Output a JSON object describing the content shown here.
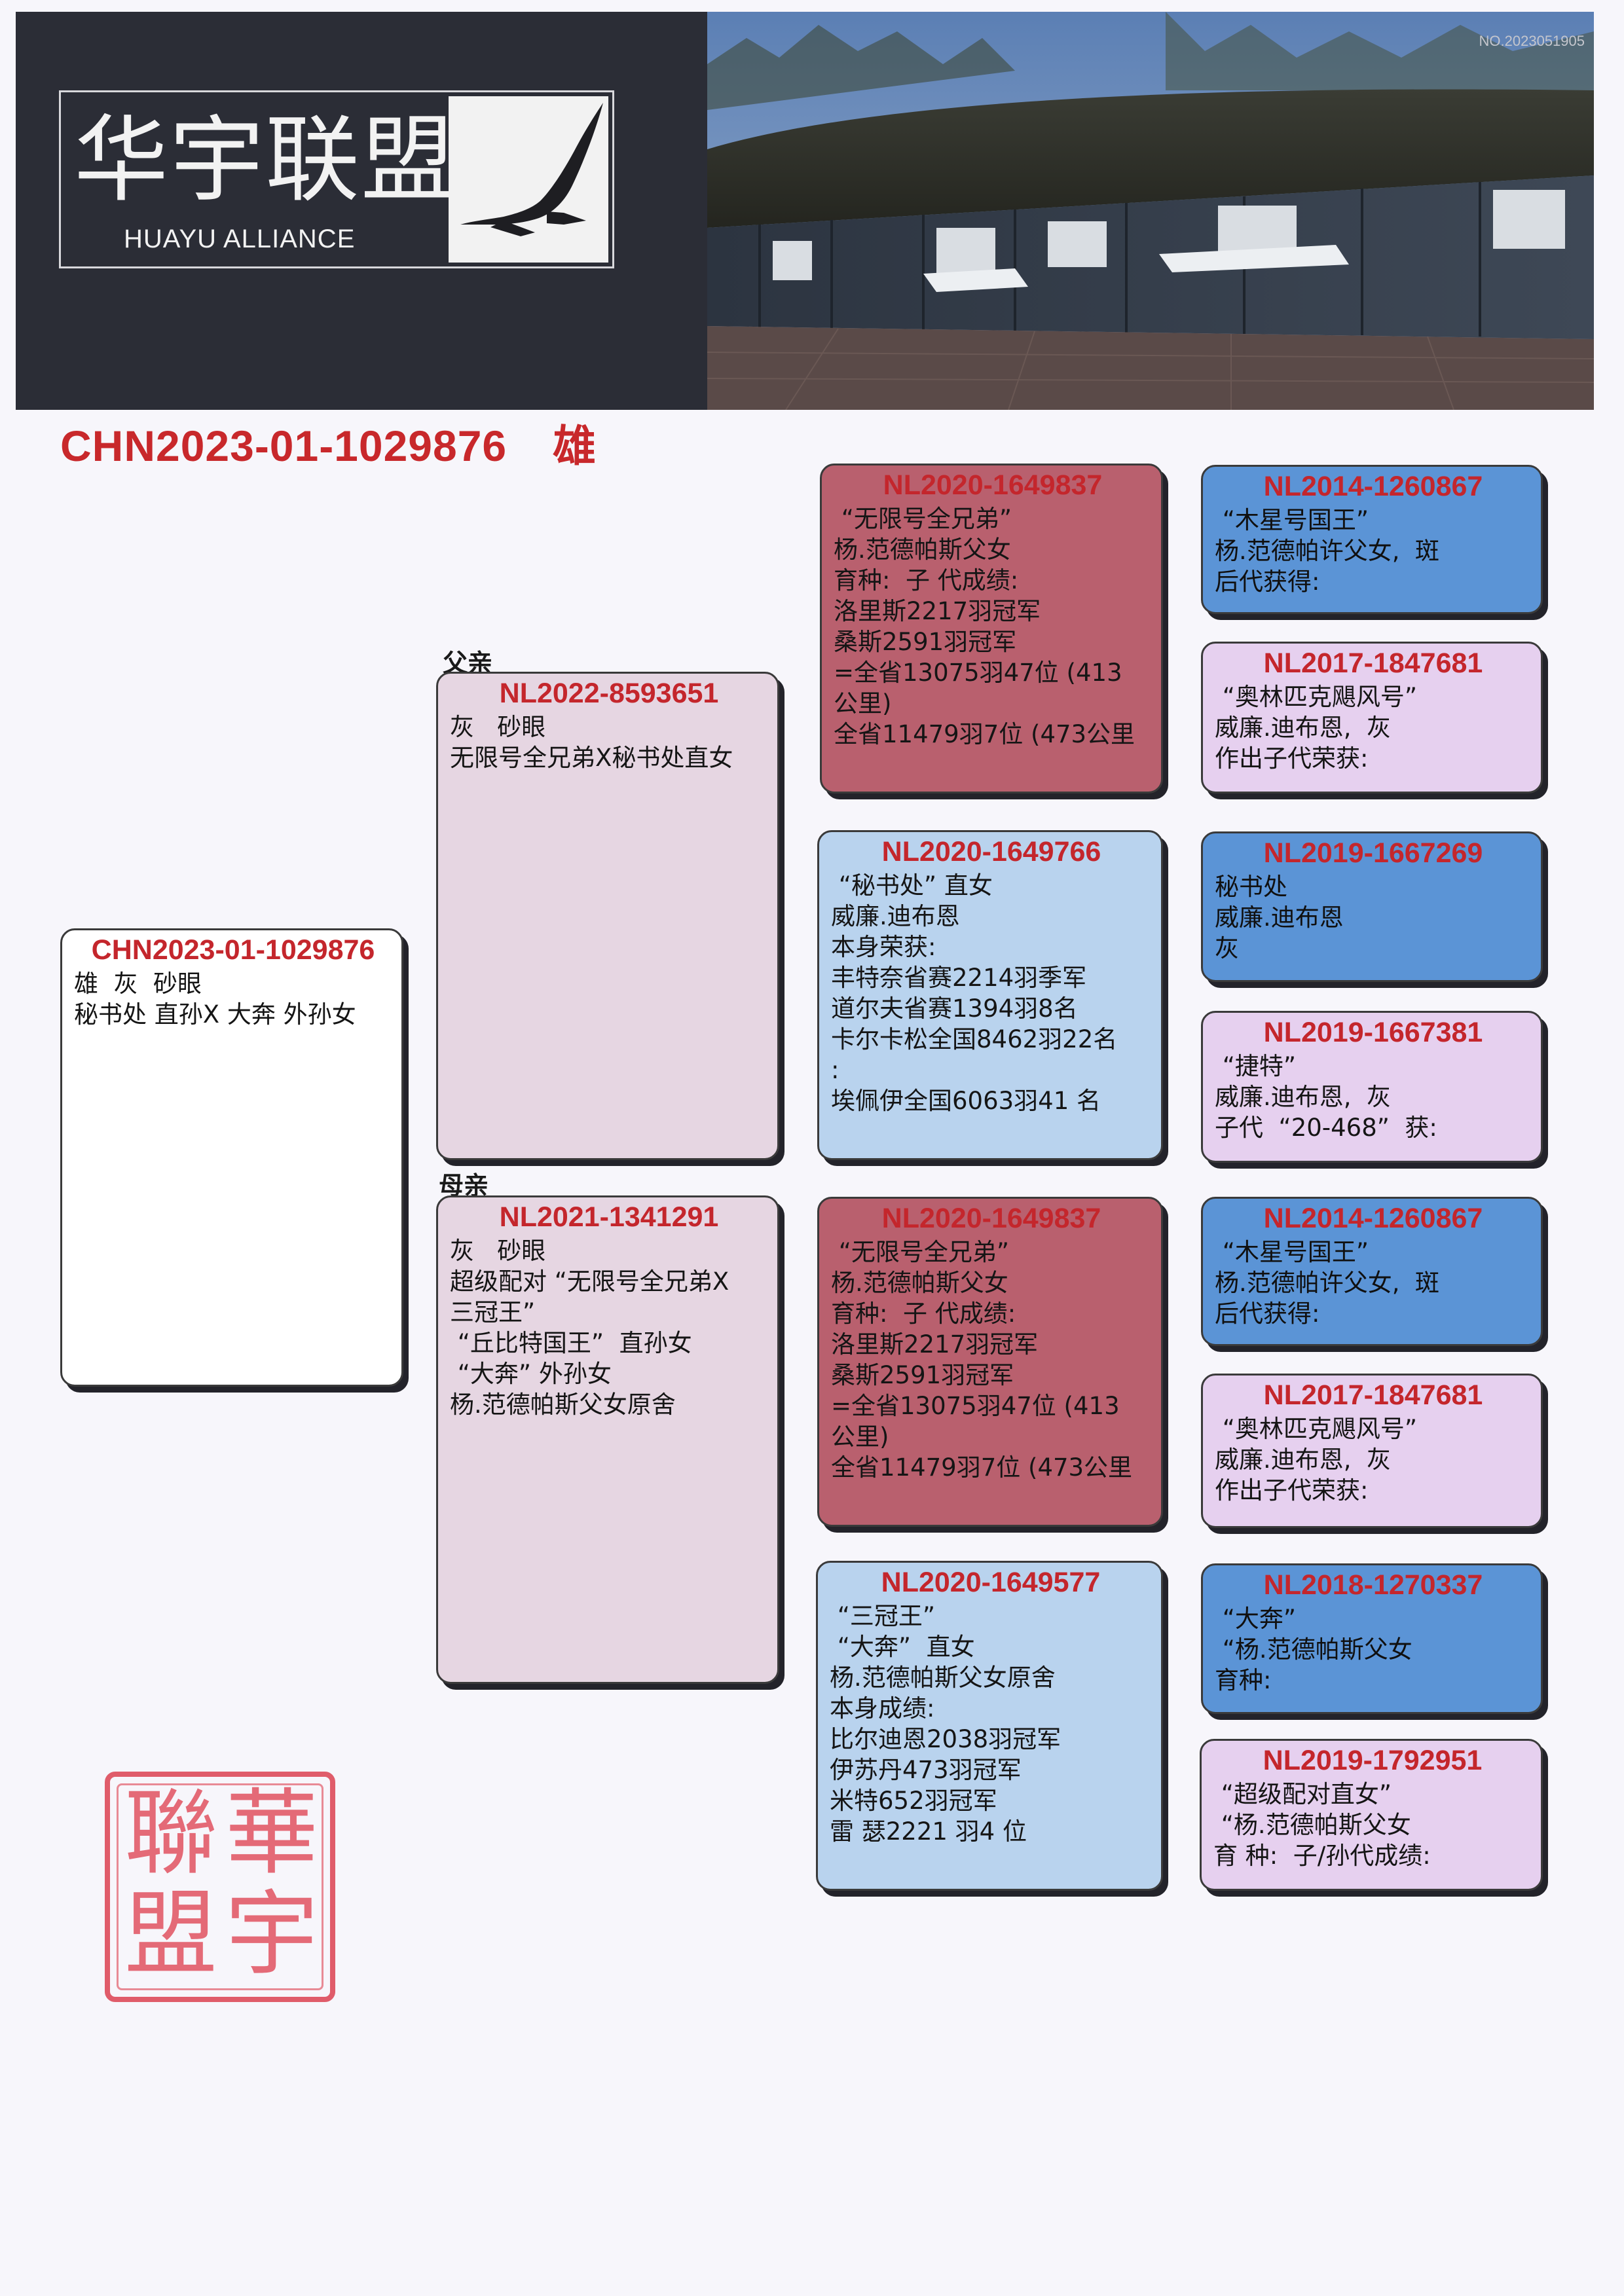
{
  "header": {
    "logo_cn": "华宇联盟",
    "logo_en": "HUAYU ALLIANCE",
    "photo_number": "NO.2023051905"
  },
  "title": {
    "ring": "CHN2023-01-1029876",
    "sex": "雄"
  },
  "labels": {
    "father": "父亲",
    "mother": "母亲"
  },
  "subject": {
    "ring": "CHN2023-01-1029876",
    "lines": [
      "雄  灰  砂眼",
      "秘书处 直孙X 大奔 外孙女"
    ]
  },
  "father": {
    "ring": "NL2022-8593651",
    "lines": [
      "灰   砂眼",
      "无限号全兄弟X秘书处直女"
    ]
  },
  "mother": {
    "ring": "NL2021-1341291",
    "lines": [
      "灰   砂眼",
      "超级配对 “无限号全兄弟X",
      "三冠王”",
      "",
      " “丘比特国王”  直孙女",
      " “大奔” 外孙女",
      "杨.范德帕斯父女原舍"
    ]
  },
  "gp": [
    {
      "ring": "NL2020-1649837",
      "lines": [
        " “无限号全兄弟”",
        "杨.范德帕斯父女",
        "育种:  子 代成绩:",
        "洛里斯2217羽冠军",
        "桑斯2591羽冠军",
        "=全省13075羽47位 (413",
        "公里)",
        "全省11479羽7位 (473公里"
      ]
    },
    {
      "ring": "NL2020-1649766",
      "lines": [
        " “秘书处” 直女",
        "威廉.迪布恩",
        "本身荣获:",
        "丰特奈省赛2214羽季军",
        "道尔夫省赛1394羽8名",
        "卡尔卡松全国8462羽22名",
        ":",
        "埃佩伊全国6063羽41 名"
      ]
    },
    {
      "ring": "NL2020-1649837",
      "lines": [
        " “无限号全兄弟”",
        "杨.范德帕斯父女",
        "育种:  子 代成绩:",
        "洛里斯2217羽冠军",
        "桑斯2591羽冠军",
        "=全省13075羽47位 (413",
        "公里)",
        "全省11479羽7位 (473公里"
      ]
    },
    {
      "ring": "NL2020-1649577",
      "lines": [
        " “三冠王”",
        " “大奔”  直女",
        "杨.范德帕斯父女原舍",
        "本身成绩:",
        "比尔迪恩2038羽冠军",
        "伊苏丹473羽冠军",
        "米特652羽冠军",
        "雷 瑟2221 羽4 位"
      ]
    }
  ],
  "ggp": [
    {
      "ring": "NL2014-1260867",
      "lines": [
        " “木星号国王”",
        "杨.范德帕许父女,  斑",
        "后代获得:"
      ]
    },
    {
      "ring": "NL2017-1847681",
      "lines": [
        " “奥林匹克飓风号”",
        "威廉.迪布恩,  灰",
        "作出子代荣获:"
      ]
    },
    {
      "ring": "NL2019-1667269",
      "lines": [
        "秘书处",
        "威廉.迪布恩",
        "灰"
      ]
    },
    {
      "ring": "NL2019-1667381",
      "lines": [
        " “捷特”",
        "威廉.迪布恩,  灰",
        "子代  “20-468”  获:"
      ]
    },
    {
      "ring": "NL2014-1260867",
      "lines": [
        " “木星号国王”",
        "杨.范德帕许父女,  斑",
        "后代获得:"
      ]
    },
    {
      "ring": "NL2017-1847681",
      "lines": [
        " “奥林匹克飓风号”",
        "威廉.迪布恩,  灰",
        "作出子代荣获:"
      ]
    },
    {
      "ring": "NL2018-1270337",
      "lines": [
        " “大奔”",
        " “杨.范德帕斯父女",
        "育种:"
      ]
    },
    {
      "ring": "NL2019-1792951",
      "lines": [
        " “超级配对直女”",
        " “杨.范德帕斯父女",
        "育 种:  子/孙代成绩:"
      ]
    }
  ],
  "stamp": {
    "chars": [
      "華",
      "宇",
      "聯",
      "盟"
    ]
  },
  "colors": {
    "ring_red": "#c4262c",
    "title_red": "#c8282b",
    "card_red": "#b9606e",
    "card_light_blue": "#b9d3ee",
    "card_dark_blue": "#5b94d6",
    "card_lavender": "#e6d0ef",
    "card_pink": "#e6d6e2",
    "stamp_red": "#e05c6a"
  }
}
